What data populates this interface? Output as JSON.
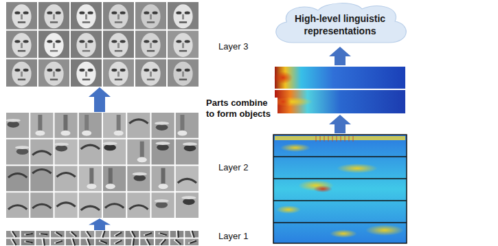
{
  "diagram": {
    "nodes": [
      {
        "text": [
          "Layer 3"
        ]
      },
      {
        "text": [
          "High-level linguistic representations"
        ]
      },
      {
        "text": [
          "Layer 2"
        ]
      },
      {
        "text": [
          "Layer 1"
        ]
      }
    ],
    "edges": [
      {
        "from": 3,
        "to": 2,
        "arrow": "to"
      },
      {
        "from": 2,
        "to": 0,
        "arrow": "to"
      }
    ],
    "labels": [
      "Parts combine to form objects"
    ]
  }
}
